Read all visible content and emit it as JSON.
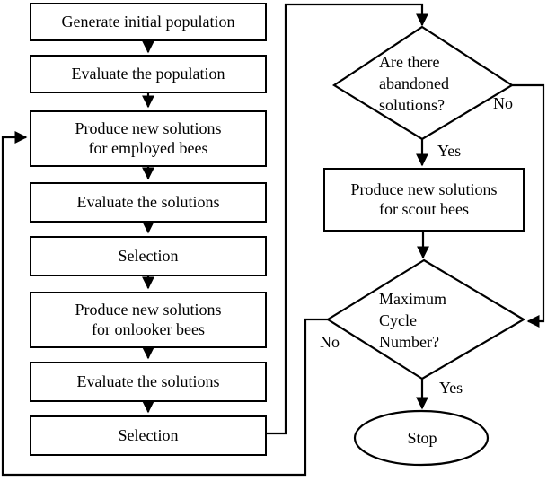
{
  "figure": {
    "background_color": "#ffffff",
    "line_color": "#000000",
    "left_column": [
      {
        "label": "Generate initial population"
      },
      {
        "label": "Evaluate the population"
      },
      {
        "label": "Produce new solutions\nfor employed bees"
      },
      {
        "label": "Evaluate the solutions"
      },
      {
        "label": "Selection"
      },
      {
        "label": "Produce new solutions\nfor onlooker bees"
      },
      {
        "label": "Evaluate the solutions"
      },
      {
        "label": "Selection"
      }
    ],
    "decision_abandoned": {
      "label": "Are there\nabandoned\nsolutions?",
      "no_label": "No",
      "yes_label": "Yes"
    },
    "scout_box": {
      "label": "Produce new solutions\nfor scout bees"
    },
    "decision_max_cycle": {
      "label": "Maximum\nCycle\nNumber?",
      "no_label": "No",
      "yes_label": "Yes"
    },
    "terminator": {
      "label": "Stop"
    }
  }
}
